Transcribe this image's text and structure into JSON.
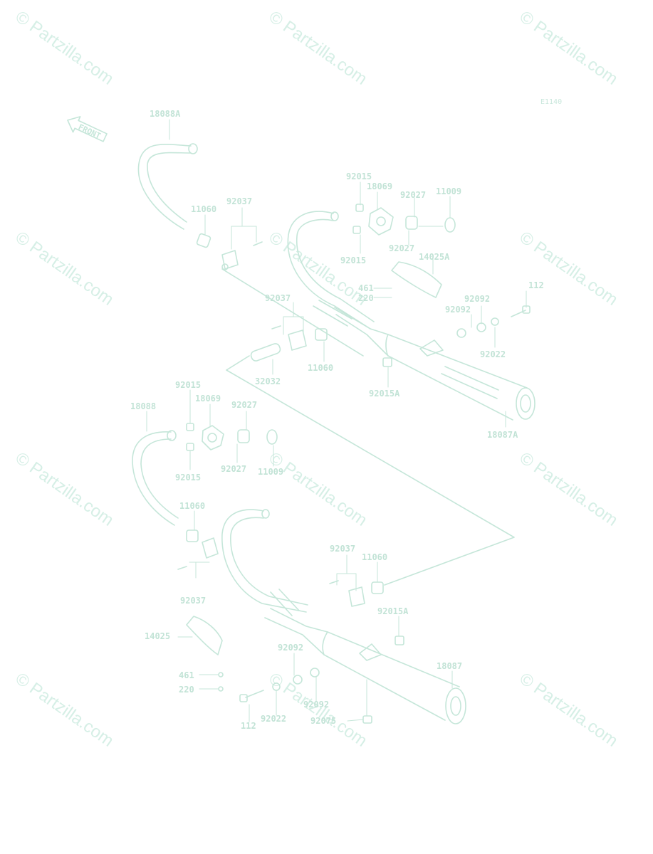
{
  "diagram_code": "E1140",
  "front_label": "FRONT",
  "watermark": "© Partzilla.com",
  "labels": {
    "l18088A": "18088A",
    "l11060a": "11060",
    "l92037a": "92037",
    "l92015a": "92015",
    "l18069a": "18069",
    "l92027a": "92027",
    "l11009a": "11009",
    "l92015b": "92015",
    "l92027b": "92027",
    "l14025A": "14025A",
    "l461a": "461",
    "l220a": "220",
    "l92037b": "92037",
    "l112a": "112",
    "l92092a": "92092",
    "l92092b": "92092",
    "l92022a": "92022",
    "l11060b": "11060",
    "l32032": "32032",
    "l92015A": "92015A",
    "l18087A": "18087A",
    "l92015c": "92015",
    "l18069b": "18069",
    "l92027c": "92027",
    "l18088": "18088",
    "l92015d": "92015",
    "l92027d": "92027",
    "l11009b": "11009",
    "l11060c": "11060",
    "l92037c": "92037",
    "l92037d": "92037",
    "l11060d": "11060",
    "l92015B": "92015A",
    "l14025": "14025",
    "l92092c": "92092",
    "l18087": "18087",
    "l461b": "461",
    "l220b": "220",
    "l92092d": "92092",
    "l112b": "112",
    "l92022b": "92022",
    "l92075": "92075"
  }
}
